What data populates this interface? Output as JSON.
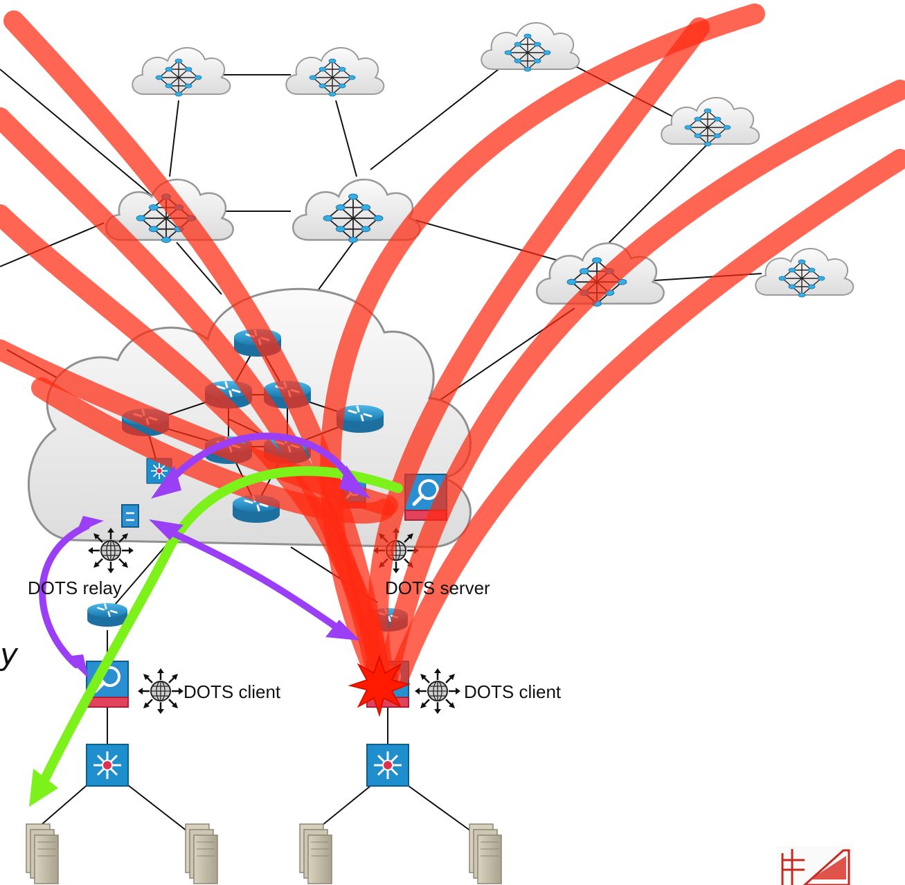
{
  "labels": {
    "dots_relay": "DOTS relay",
    "dots_server": "DOTS server",
    "dots_client_left": "DOTS client",
    "dots_client_right": "DOTS client",
    "partial_text": "y"
  },
  "colors": {
    "attack_traffic": "#ff3b1f",
    "signal_channel": "#9b3ff7",
    "mitigation_channel": "#7cf21a",
    "router": "#2b9fd6",
    "cloud_fill": "#eeeeee"
  },
  "icons": {
    "router": "router-icon",
    "switch": "switch-icon",
    "firewall": "firewall-icon",
    "server_stack": "server-stack-icon",
    "dots_agent": "dots-agent-icon",
    "attack_burst": "attack-burst-icon",
    "conference_logo": "ietf-logo"
  }
}
